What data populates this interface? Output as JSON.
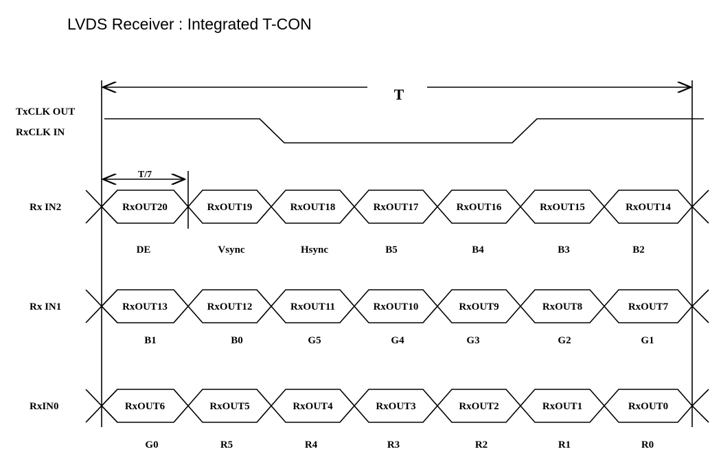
{
  "title": "LVDS Receiver : Integrated T-CON",
  "period_label": "T",
  "bit_period_label": "T/7",
  "clock": {
    "labels": [
      "TxCLK OUT",
      "RxCLK IN"
    ]
  },
  "lanes": [
    {
      "label": "Rx IN2",
      "cells": [
        "RxOUT20",
        "RxOUT19",
        "RxOUT18",
        "RxOUT17",
        "RxOUT16",
        "RxOUT15",
        "RxOUT14"
      ],
      "bits": [
        "DE",
        "Vsync",
        "Hsync",
        "B5",
        "B4",
        "B3",
        "B2"
      ]
    },
    {
      "label": "Rx IN1",
      "cells": [
        "RxOUT13",
        "RxOUT12",
        "RxOUT11",
        "RxOUT10",
        "RxOUT9",
        "RxOUT8",
        "RxOUT7"
      ],
      "bits": [
        "B1",
        "B0",
        "G5",
        "G4",
        "G3",
        "G2",
        "G1"
      ]
    },
    {
      "label": "RxIN0",
      "cells": [
        "RxOUT6",
        "RxOUT5",
        "RxOUT4",
        "RxOUT3",
        "RxOUT2",
        "RxOUT1",
        "RxOUT0"
      ],
      "bits": [
        "G0",
        "R5",
        "R4",
        "R3",
        "R2",
        "R1",
        "R0"
      ]
    }
  ]
}
